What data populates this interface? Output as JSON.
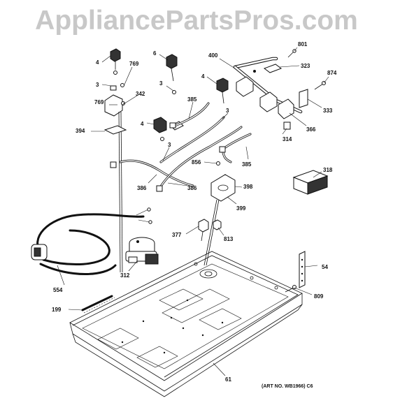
{
  "watermark": "AppliancePartsPros.com",
  "art_number": "(ART NO. WB1966) C6",
  "callouts": [
    {
      "id": "c-4a",
      "text": "4"
    },
    {
      "id": "c-3a",
      "text": "3"
    },
    {
      "id": "c-769a",
      "text": "769"
    },
    {
      "id": "c-342",
      "text": "342"
    },
    {
      "id": "c-769b",
      "text": "769"
    },
    {
      "id": "c-394",
      "text": "394"
    },
    {
      "id": "c-6",
      "text": "6"
    },
    {
      "id": "c-3b",
      "text": "3"
    },
    {
      "id": "c-385a",
      "text": "385"
    },
    {
      "id": "c-4b",
      "text": "4"
    },
    {
      "id": "c-3c",
      "text": "3"
    },
    {
      "id": "c-3d",
      "text": "3"
    },
    {
      "id": "c-386a",
      "text": "386"
    },
    {
      "id": "c-386b",
      "text": "386"
    },
    {
      "id": "c-400",
      "text": "400"
    },
    {
      "id": "c-4c",
      "text": "4"
    },
    {
      "id": "c-801",
      "text": "801"
    },
    {
      "id": "c-323",
      "text": "323"
    },
    {
      "id": "c-874",
      "text": "874"
    },
    {
      "id": "c-333",
      "text": "333"
    },
    {
      "id": "c-366",
      "text": "366"
    },
    {
      "id": "c-314",
      "text": "314"
    },
    {
      "id": "c-856",
      "text": "856"
    },
    {
      "id": "c-385b",
      "text": "385"
    },
    {
      "id": "c-318",
      "text": "318"
    },
    {
      "id": "c-398",
      "text": "398"
    },
    {
      "id": "c-399",
      "text": "399"
    },
    {
      "id": "c-377",
      "text": "377"
    },
    {
      "id": "c-813",
      "text": "813"
    },
    {
      "id": "c-554",
      "text": "554"
    },
    {
      "id": "c-312",
      "text": "312"
    },
    {
      "id": "c-54",
      "text": "54"
    },
    {
      "id": "c-809",
      "text": "809"
    },
    {
      "id": "c-199",
      "text": "199"
    },
    {
      "id": "c-61",
      "text": "61"
    }
  ]
}
